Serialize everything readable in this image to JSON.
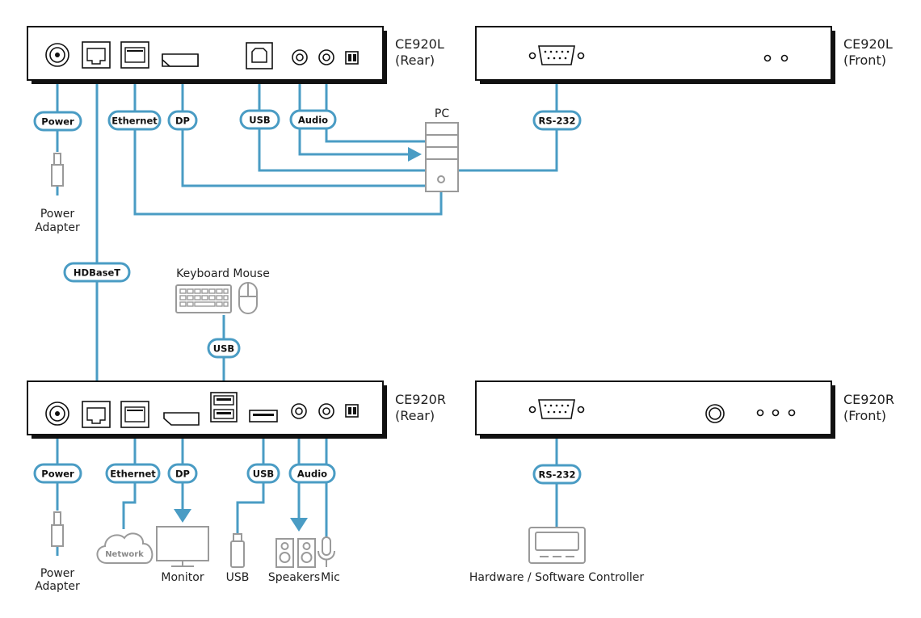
{
  "units": {
    "ce920l_rear": {
      "name": "CE920L",
      "side": "(Rear)"
    },
    "ce920l_front": {
      "name": "CE920L",
      "side": "(Front)"
    },
    "ce920r_rear": {
      "name": "CE920R",
      "side": "(Rear)"
    },
    "ce920r_front": {
      "name": "CE920R",
      "side": "(Front)"
    }
  },
  "connections": {
    "l_power": "Power",
    "l_ethernet": "Ethernet",
    "l_dp": "DP",
    "l_usb": "USB",
    "l_audio": "Audio",
    "l_rs232": "RS-232",
    "hdbaset": "HDBaseT",
    "kbm_usb": "USB",
    "r_power": "Power",
    "r_ethernet": "Ethernet",
    "r_dp": "DP",
    "r_usb": "USB",
    "r_audio": "Audio",
    "r_rs232": "RS-232"
  },
  "devices": {
    "pc": "PC",
    "power_adapter_top": [
      "Power",
      "Adapter"
    ],
    "keyboard_mouse": "Keyboard Mouse",
    "power_adapter_bottom": [
      "Power",
      "Adapter"
    ],
    "network": "Network",
    "monitor": "Monitor",
    "usb_drive": "USB",
    "speakers": "Speakers",
    "mic": "Mic",
    "controller": "Hardware / Software Controller"
  },
  "colors": {
    "cable": "#4a9cc4",
    "device_outline": "#9a9a9a",
    "unit_outline": "#111111"
  },
  "icons": [
    "dc-power-jack-icon",
    "rj45-port-icon",
    "dp-port-icon",
    "usb-b-port-icon",
    "audio-jack-icon",
    "dip-switch-icon",
    "db9-serial-port-icon",
    "led-indicator-icon",
    "pc-tower-icon",
    "keyboard-icon",
    "mouse-icon",
    "cloud-icon",
    "monitor-icon",
    "usb-drive-icon",
    "speaker-icon",
    "microphone-icon",
    "controller-icon",
    "power-adapter-icon"
  ]
}
